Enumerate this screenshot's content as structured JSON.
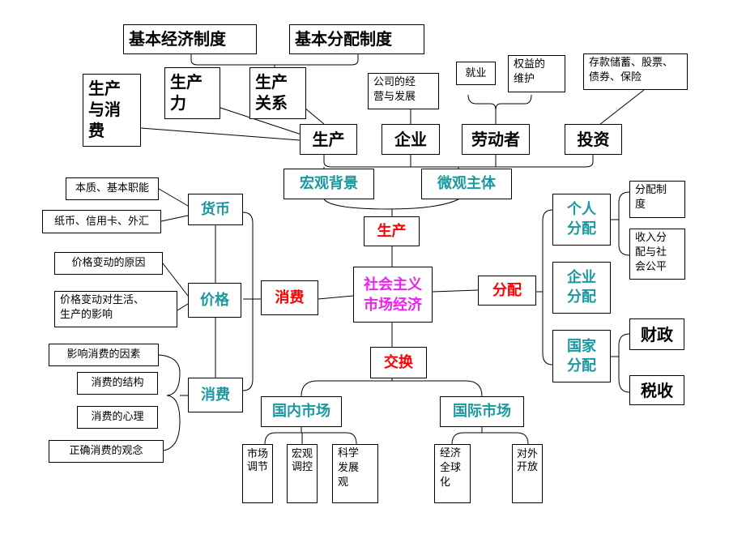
{
  "colors": {
    "teal": "#1a9aa0",
    "red": "#ff0000",
    "magenta": "#ee22ee",
    "line": "#000000"
  },
  "center": "社会主义\n市场经济",
  "top": {
    "basic_economic_system": "基本经济制度",
    "basic_distribution_system": "基本分配制度",
    "production_consumption": "生产\n与消\n费",
    "productivity": "生产\n力",
    "production_relations": "生产\n关系",
    "production_node": "生产",
    "company": "公司的经\n营与发展",
    "enterprise": "企业",
    "employment": "就业",
    "rights": "权益的\n维护",
    "labor": "劳动者",
    "savings": "存款储蓄、股票、\n债券、保险",
    "investment": "投资",
    "macro": "宏观背景",
    "micro": "微观主体",
    "production_main": "生产"
  },
  "left": {
    "currency": "货币",
    "essence": "本质、基本职能",
    "paper_money": "纸币、信用卡、外汇",
    "price": "价格",
    "price_reason": "价格变动的原因",
    "price_effect": "价格变动对生活、\n生产的影响",
    "consumption_main": "消费",
    "consumption": "消费",
    "factors": "影响消费的因素",
    "structure": "消费的结构",
    "psychology": "消费的心理",
    "correct": "正确消费的观念"
  },
  "right": {
    "distribution": "分配",
    "personal": "个人\n分配",
    "dist_system": "分配制\n度",
    "income_fairness": "收入分\n配与社\n会公平",
    "enterprise_dist": "企业\n分配",
    "state_dist": "国家\n分配",
    "finance": "财政",
    "tax": "税收"
  },
  "bottom": {
    "exchange": "交换",
    "domestic": "国内市场",
    "international": "国际市场",
    "market_reg": "市场调节",
    "macro_control": "宏观调控",
    "scientific": "科学\n发展\n观",
    "globalization": "经济\n全球\n化",
    "opening": "对外开放"
  }
}
